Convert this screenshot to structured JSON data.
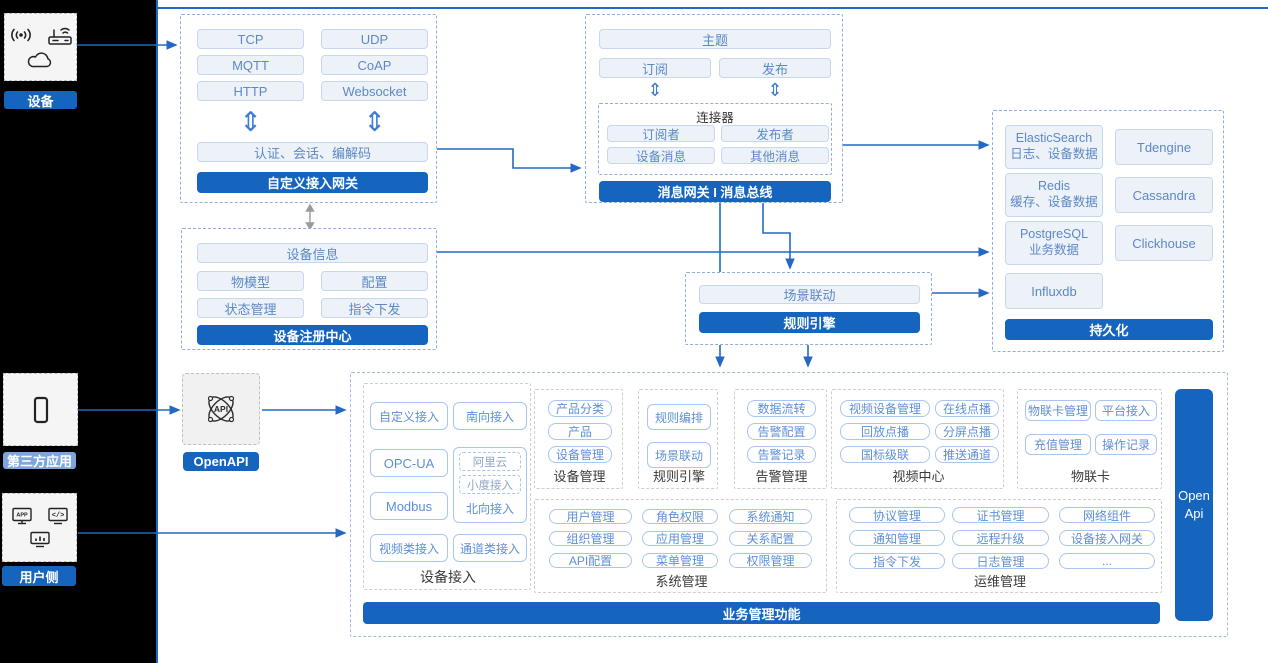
{
  "colors": {
    "accent": "#1565BF",
    "line": "#2368C4",
    "node_text": "#5C88C6",
    "pill_text": "#5E8FD6",
    "rail_label_light": "#7FA6DB"
  },
  "rail": {
    "devices": {
      "label": "设备",
      "icons": [
        "signal-icon",
        "router-icon",
        "cloud-icon"
      ]
    },
    "third_party": {
      "label": "第三方应用",
      "icons": [
        "phone-icon"
      ]
    },
    "user_side": {
      "label": "用户侧",
      "icons": [
        "app-window-icon",
        "code-icon",
        "chart-monitor-icon"
      ]
    }
  },
  "open_api_node": {
    "label": "OpenAPI",
    "icon": "api-network-icon"
  },
  "custom_gateway": {
    "banner": "自定义接入网关",
    "protocols": [
      "TCP",
      "UDP",
      "MQTT",
      "CoAP",
      "HTTP",
      "Websocket"
    ],
    "session_bar": "认证、会话、编解码"
  },
  "device_registry": {
    "banner": "设备注册中心",
    "wide": "设备信息",
    "items": [
      "物模型",
      "配置",
      "状态管理",
      "指令下发"
    ]
  },
  "message_bus": {
    "banner": "消息网关 I 消息总线",
    "topic": "主题",
    "subscribe": "订阅",
    "publish": "发布",
    "connector": {
      "title": "连接器",
      "items": [
        "订阅者",
        "发布者",
        "设备消息",
        "其他消息"
      ]
    }
  },
  "persistence": {
    "banner": "持久化",
    "stores": [
      {
        "name": "ElasticSearch",
        "desc": "日志、设备数据"
      },
      {
        "name": "Tdengine",
        "desc": ""
      },
      {
        "name": "Redis",
        "desc": "缓存、设备数据"
      },
      {
        "name": "Cassandra",
        "desc": ""
      },
      {
        "name": "PostgreSQL",
        "desc": "业务数据"
      },
      {
        "name": "Clickhouse",
        "desc": ""
      },
      {
        "name": "Influxdb",
        "desc": ""
      }
    ]
  },
  "rule_engine_mid": {
    "banner": "规则引擎",
    "item": "场景联动"
  },
  "business": {
    "banner": "业务管理功能",
    "open_api_bar": {
      "line1": "Open",
      "line2": "Api"
    },
    "device_access": {
      "label": "设备接入",
      "col_left": [
        "自定义接入",
        "OPC-UA",
        "Modbus",
        "视频类接入"
      ],
      "right_top": "南向接入",
      "right_bottom": "通道类接入",
      "north": {
        "subs": [
          "阿里云",
          "小度接入"
        ],
        "label": "北向接入"
      }
    },
    "device_mgmt": {
      "label": "设备管理",
      "items": [
        "产品分类",
        "产品",
        "设备管理"
      ]
    },
    "rule_engine": {
      "label": "规则引擎",
      "items": [
        "规则编排",
        "场景联动"
      ]
    },
    "alarm": {
      "label": "告警管理",
      "items": [
        "数据流转",
        "告警配置",
        "告警记录"
      ]
    },
    "video": {
      "label": "视频中心",
      "items": [
        "视频设备管理",
        "在线点播",
        "回放点播",
        "分屏点播",
        "国标级联",
        "推送通道"
      ]
    },
    "iot_card": {
      "label": "物联卡",
      "items": [
        "物联卡管理",
        "平台接入",
        "充值管理",
        "操作记录"
      ]
    },
    "system": {
      "label": "系统管理",
      "items": [
        "用户管理",
        "角色权限",
        "系统通知",
        "组织管理",
        "应用管理",
        "关系配置",
        "API配置",
        "菜单管理",
        "权限管理"
      ]
    },
    "ops": {
      "label": "运维管理",
      "items": [
        "协议管理",
        "证书管理",
        "网络组件",
        "通知管理",
        "远程升级",
        "设备接入网关",
        "指令下发",
        "日志管理",
        "..."
      ]
    }
  }
}
